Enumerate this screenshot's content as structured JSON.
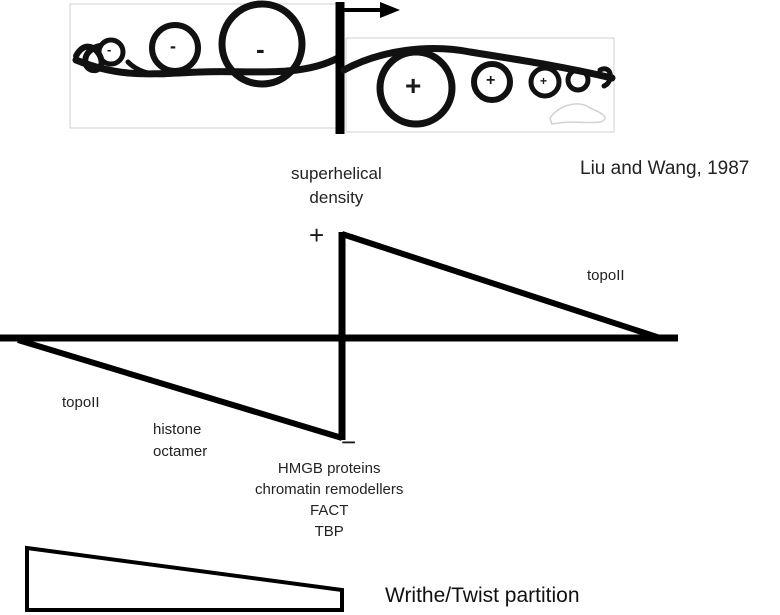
{
  "citation": "Liu and Wang, 1987",
  "axis": {
    "y_label_line1": "superhelical",
    "y_label_line2": "density",
    "plus_sign": "+",
    "minus_sign": "−"
  },
  "inset": {
    "negative_signs": [
      "-",
      "-",
      "-"
    ],
    "positive_signs": [
      "+",
      "+",
      "+"
    ]
  },
  "labels": {
    "topo_right": "topoII",
    "topo_left": "topoII",
    "histone_line1": "histone",
    "histone_line2": "octamer",
    "positive_factors": [
      "HMGB proteins",
      "chromatin remodellers",
      "FACT",
      "TBP"
    ]
  },
  "footer": {
    "partition_label": "Writhe/Twist partition"
  }
}
